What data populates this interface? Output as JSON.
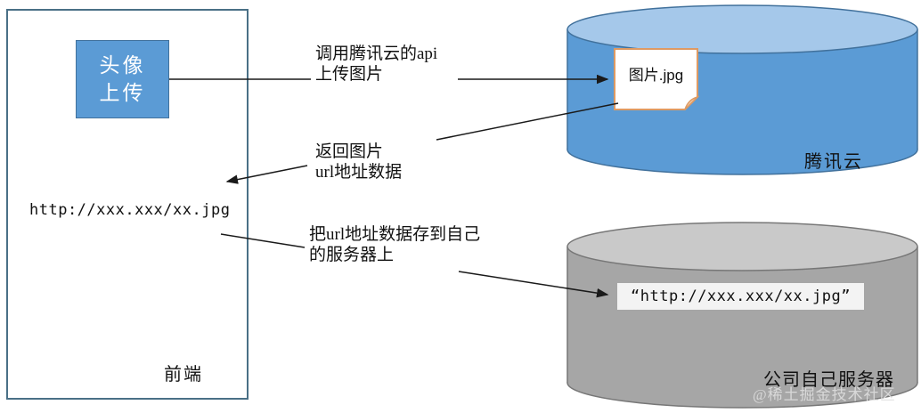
{
  "diagram": {
    "frontend": {
      "panel_label": "前端",
      "upload_button": {
        "line1": "头像",
        "line2": "上传"
      },
      "url_text": "http://xxx.xxx/xx.jpg"
    },
    "tencent_cloud": {
      "label": "腾讯云",
      "file_name": "图片.jpg"
    },
    "company_server": {
      "label": "公司自己服务器",
      "stored_url": "“http://xxx.xxx/xx.jpg”"
    },
    "flows": {
      "upload": {
        "line1": "调用腾讯云的api",
        "line2": "上传图片"
      },
      "return_url": {
        "line1": "返回图片",
        "line2": "url地址数据"
      },
      "store_url": {
        "line1": "把url地址数据存到自己",
        "line2": "的服务器上"
      }
    },
    "watermark": "@稀土掘金技术社区",
    "colors": {
      "cloud_body": "#5B9BD5",
      "cloud_top": "#A5C8EA",
      "cloud_border": "#41719C",
      "server_body": "#A6A6A6",
      "server_top": "#C9C9C9",
      "server_border": "#777777",
      "file_border": "#DE9A63",
      "file_fold": "#F4CCA8",
      "panel_border": "#4A7086",
      "arrow": "#1A1A1A"
    }
  }
}
